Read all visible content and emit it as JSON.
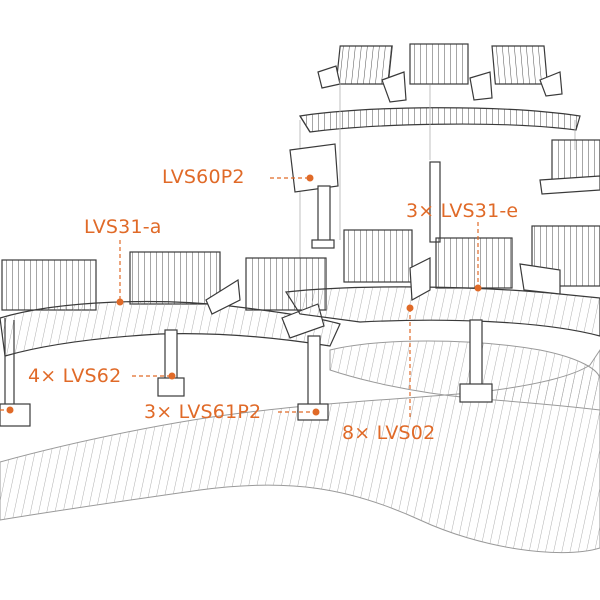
{
  "colors": {
    "line": "#3a3a3a",
    "shadow": "#9a9a9a",
    "accent": "#e06a28",
    "background": "#ffffff"
  },
  "callouts": [
    {
      "id": "lvs60p2",
      "text": "LVS60P2"
    },
    {
      "id": "lvs31a",
      "text": "LVS31-a"
    },
    {
      "id": "lvs31e",
      "text": "3× LVS31-e"
    },
    {
      "id": "lvs62",
      "text": "4× LVS62"
    },
    {
      "id": "lvs61p2",
      "text": "3× LVS61P2"
    },
    {
      "id": "lvs02",
      "text": "8× LVS02"
    }
  ]
}
